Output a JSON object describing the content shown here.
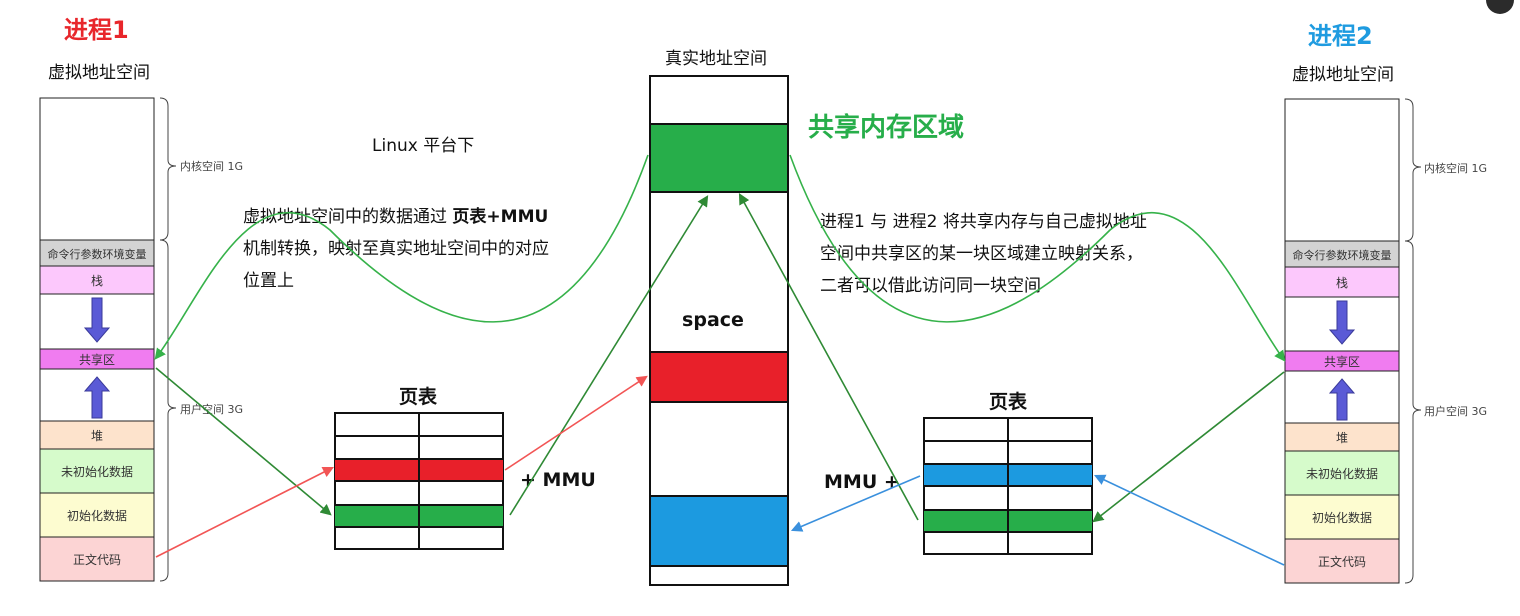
{
  "process1": {
    "title": "进程1",
    "title_color": "#e8262b",
    "vspace_label": "虚拟地址空间",
    "kernel_label": "内核空间 1G",
    "user_label": "用户空间 3G",
    "segments": {
      "args": "命令行参数环境变量",
      "stack": "栈",
      "shared": "共享区",
      "heap": "堆",
      "bss": "未初始化数据",
      "data": "初始化数据",
      "text": "正文代码"
    }
  },
  "process2": {
    "title": "进程2",
    "title_color": "#1e9be0",
    "vspace_label": "虚拟地址空间",
    "kernel_label": "内核空间 1G",
    "user_label": "用户空间 3G",
    "segments": {
      "args": "命令行参数环境变量",
      "stack": "栈",
      "shared": "共享区",
      "heap": "堆",
      "bss": "未初始化数据",
      "data": "初始化数据",
      "text": "正文代码"
    }
  },
  "physical": {
    "title": "真实地址空间",
    "space_label": "space",
    "shared_region_label": "共享内存区域"
  },
  "page_table_left": {
    "title": "页表",
    "mmu_label": "+  MMU"
  },
  "page_table_right": {
    "title": "页表",
    "mmu_label": "MMU  +"
  },
  "notes": {
    "platform": "Linux 平台下",
    "left_line1_prefix": "虚拟地址空间中的数据通过 ",
    "left_line1_bold": "页表+MMU",
    "left_line2": "机制转换，映射至真实地址空间中的对应",
    "left_line3": "位置上",
    "right_line1": "进程1 与 进程2 将共享内存与自己虚拟地址",
    "right_line2": "空间中共享区的某一块区域建立映射关系，",
    "right_line3": "二者可以借此访问同一块空间"
  },
  "colors": {
    "green": "#27ae4a",
    "red": "#e8202a",
    "blue": "#1c9ae0",
    "arrow_green": "#36b24a",
    "arrow_red": "#f25555",
    "arrow_blue": "#3a90dd",
    "args_bg": "#d3d3d3",
    "stack_bg": "#fcc8fc",
    "shared_bg": "#f07cf0",
    "heap_bg": "#fde3cc",
    "bss_bg": "#d6fbcb",
    "data_bg": "#fdfcd0",
    "text_bg": "#fcd4d4",
    "arrow_purple": "#5a5ad6"
  }
}
